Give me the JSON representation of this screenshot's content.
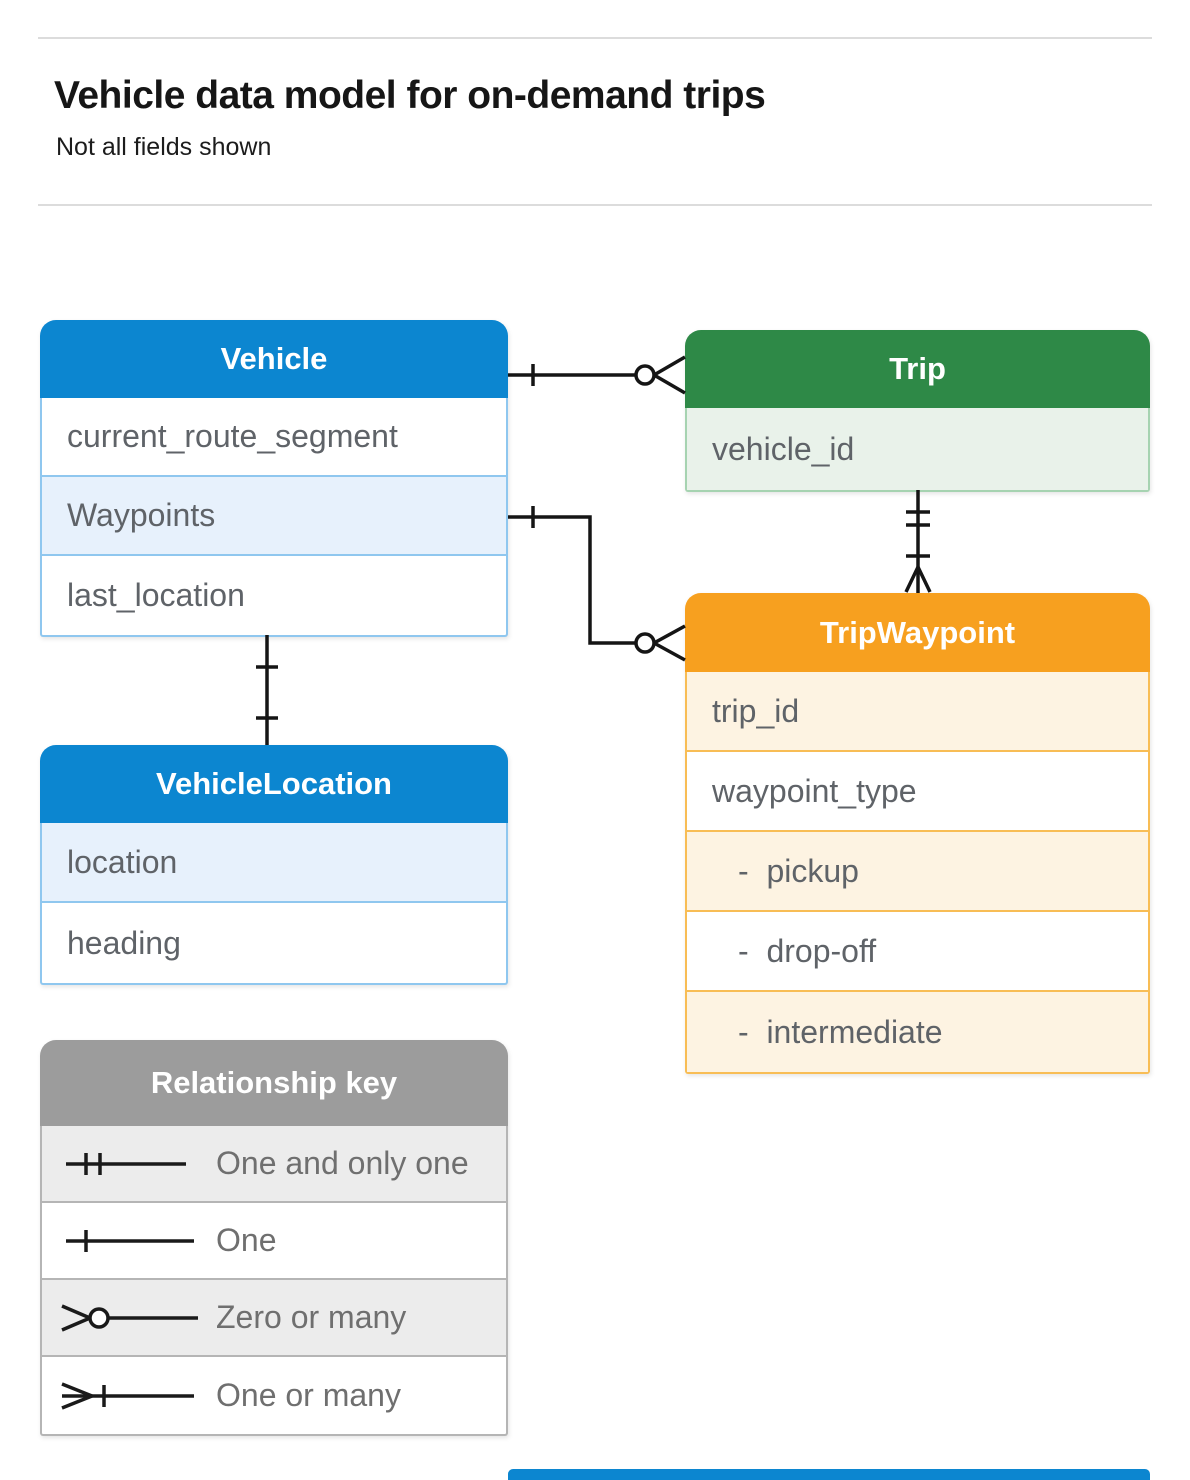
{
  "page": {
    "title": "Vehicle data model for on-demand trips",
    "subtitle": "Not all fields shown"
  },
  "entities": {
    "vehicle": {
      "title": "Vehicle",
      "fields": [
        "current_route_segment",
        "Waypoints",
        "last_location"
      ],
      "header_color": "#0c86d0"
    },
    "trip": {
      "title": "Trip",
      "fields": [
        "vehicle_id"
      ],
      "header_color": "#2e8947"
    },
    "trip_waypoint": {
      "title": "TripWaypoint",
      "fields": [
        "trip_id",
        "waypoint_type",
        "-  pickup",
        "-  drop-off",
        "-  intermediate"
      ],
      "header_color": "#f7a01f"
    },
    "vehicle_location": {
      "title": "VehicleLocation",
      "fields": [
        "location",
        "heading"
      ],
      "header_color": "#0c86d0"
    }
  },
  "relationships": [
    {
      "from": "Vehicle",
      "to": "Trip",
      "from_cardinality": "one",
      "to_cardinality": "zero-or-many"
    },
    {
      "from": "Vehicle.Waypoints",
      "to": "TripWaypoint",
      "from_cardinality": "one",
      "to_cardinality": "zero-or-many"
    },
    {
      "from": "Trip",
      "to": "TripWaypoint",
      "from_cardinality": "one-and-only-one",
      "to_cardinality": "one-or-many"
    },
    {
      "from": "Vehicle",
      "to": "VehicleLocation",
      "from_cardinality": "one",
      "to_cardinality": "one"
    }
  ],
  "legend": {
    "title": "Relationship key",
    "header_color": "#9c9c9c",
    "items": [
      "One and only one",
      "One",
      "Zero or many",
      "One or many"
    ]
  }
}
